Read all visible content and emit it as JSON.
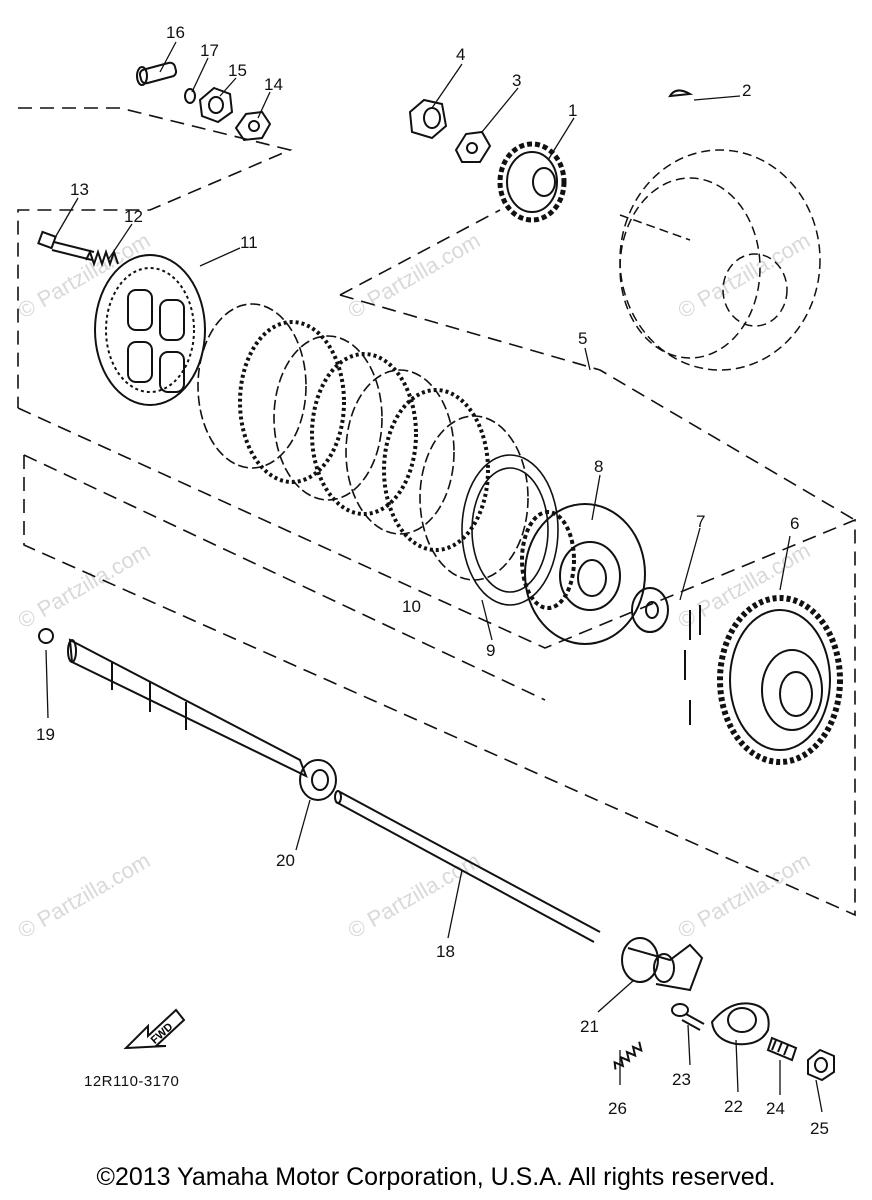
{
  "diagram": {
    "callouts": [
      "1",
      "2",
      "3",
      "4",
      "5",
      "6",
      "7",
      "8",
      "9",
      "10",
      "11",
      "12",
      "13",
      "14",
      "15",
      "16",
      "17",
      "18",
      "19",
      "20",
      "21",
      "22",
      "23",
      "24",
      "25",
      "26"
    ],
    "fwd_label": "FWD",
    "drawing_code": "12R110-3170",
    "watermark": "© Partzilla.com",
    "copyright": "©2013 Yamaha Motor Corporation, U.S.A. All rights reserved."
  }
}
